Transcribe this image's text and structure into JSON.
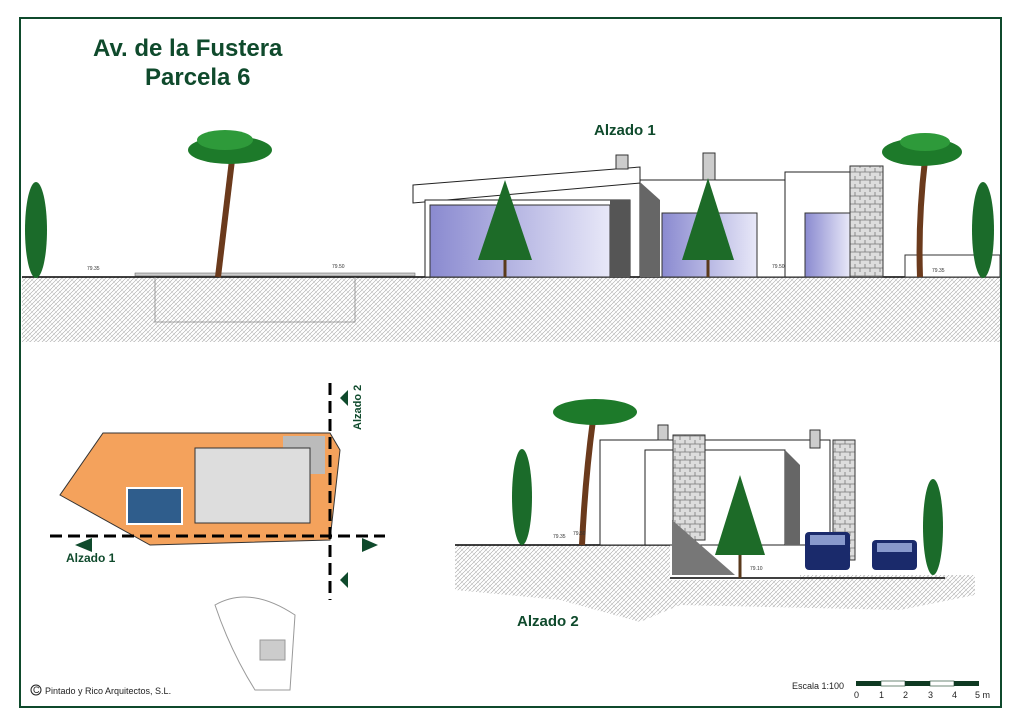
{
  "title": {
    "line1": "Av. de la Fustera",
    "line2": "Parcela 6"
  },
  "elevation1": {
    "label": "Alzado 1",
    "levels": [
      "79.35",
      "79.50",
      "79.50",
      "79.35"
    ]
  },
  "elevation2": {
    "label": "Alzado 2",
    "levels": [
      "79.35",
      "79.50",
      "79.10"
    ]
  },
  "site_plan": {
    "label_alzado1": "Alzado 1",
    "label_alzado2": "Alzado 2"
  },
  "credits": {
    "copyright_symbol": "C",
    "firm": "Pintado y Rico Arquitectos, S.L."
  },
  "scale": {
    "label": "Escala 1:100",
    "ticks": [
      "0",
      "1",
      "2",
      "3",
      "4",
      "5 m"
    ]
  },
  "colors": {
    "accent": "#0f4a2c",
    "plot_orange": "#f4a25c",
    "glass": "#9a9ad8"
  }
}
